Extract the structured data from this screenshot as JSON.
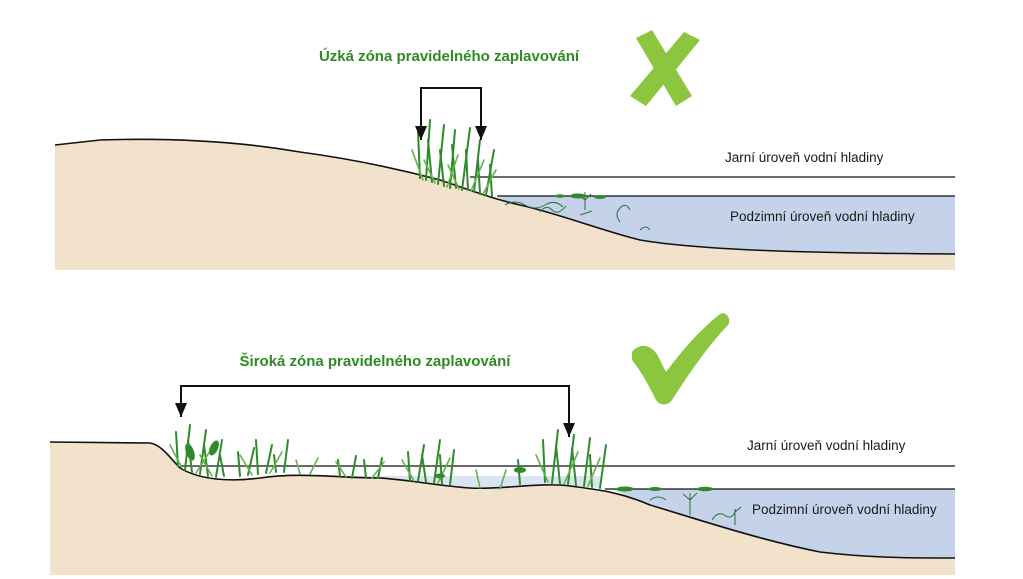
{
  "colors": {
    "title_green": "#2e8b22",
    "mark_green": "#8cc63f",
    "soil": "#f2e2cc",
    "water": "#c5d3ea",
    "grass_dark": "#2f8a2c",
    "grass_light": "#62b34a",
    "outline": "#111111"
  },
  "top_panel": {
    "title": "Úzká zóna pravidelného zaplavování",
    "spring_label": "Jarní úroveň vodní hladiny",
    "autumn_label": "Podzimní úroveň vodní hladiny",
    "verdict_icon": "cross-icon"
  },
  "bottom_panel": {
    "title": "Široká zóna pravidelného zaplavování",
    "spring_label": "Jarní úroveň vodní hladiny",
    "autumn_label": "Podzimní úroveň vodní hladiny",
    "verdict_icon": "checkmark-icon"
  }
}
